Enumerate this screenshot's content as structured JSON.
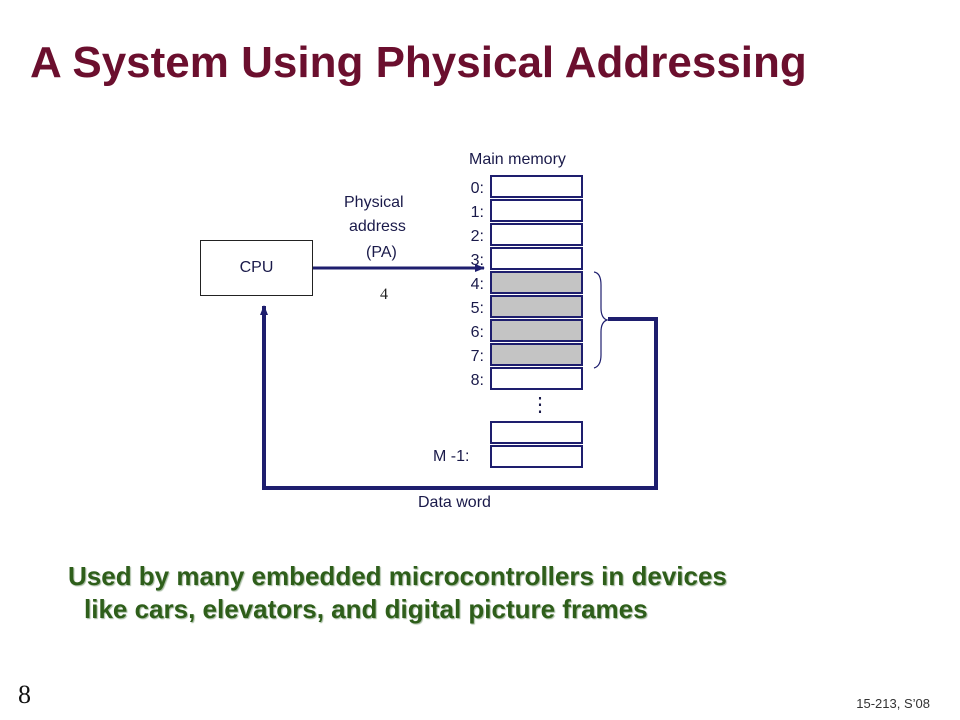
{
  "title": "A System Using Physical Addressing",
  "cpu_label": "CPU",
  "physical_address_lines": [
    "Physical",
    "address",
    "(PA)"
  ],
  "pa_value": "4",
  "main_memory_label": "Main memory",
  "memory_addresses": [
    "0:",
    "1:",
    "2:",
    "3:",
    "4:",
    "5:",
    "6:",
    "7:",
    "8:"
  ],
  "highlighted_rows": [
    4,
    5,
    6,
    7
  ],
  "ellipsis": "⋮",
  "last_address": "M -1:",
  "data_word_label": "Data word",
  "bullet_lines": [
    "Used by many embedded microcontrollers in devices",
    "like cars, elevators, and digital picture frames"
  ],
  "slide_number": "8",
  "course": "15-213, S’08",
  "colors": {
    "title": "#6b0f2e",
    "arrow": "#1e1e6e",
    "highlight": "#c4c4c4",
    "bullet": "#2e5e1a"
  }
}
